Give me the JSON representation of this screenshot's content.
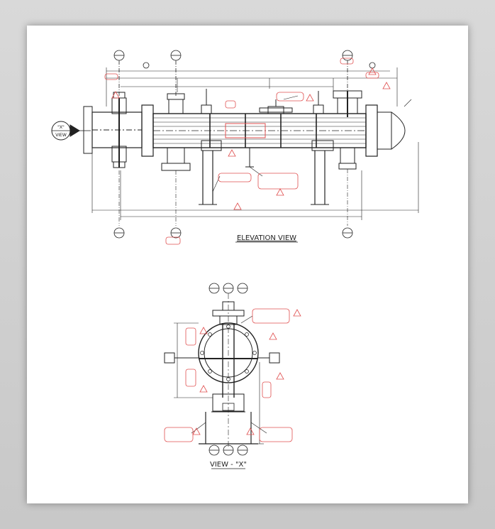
{
  "views": {
    "elevation_title": "ELEVATION VIEW",
    "view_x_title": "VIEW - \"X\"",
    "view_x_marker_top": "\"X\"",
    "view_x_marker_bottom": "VIEW"
  },
  "colors": {
    "ink": "#222222",
    "markup": "#e05050",
    "sheet": "#ffffff",
    "background": "#cfcfcf"
  }
}
